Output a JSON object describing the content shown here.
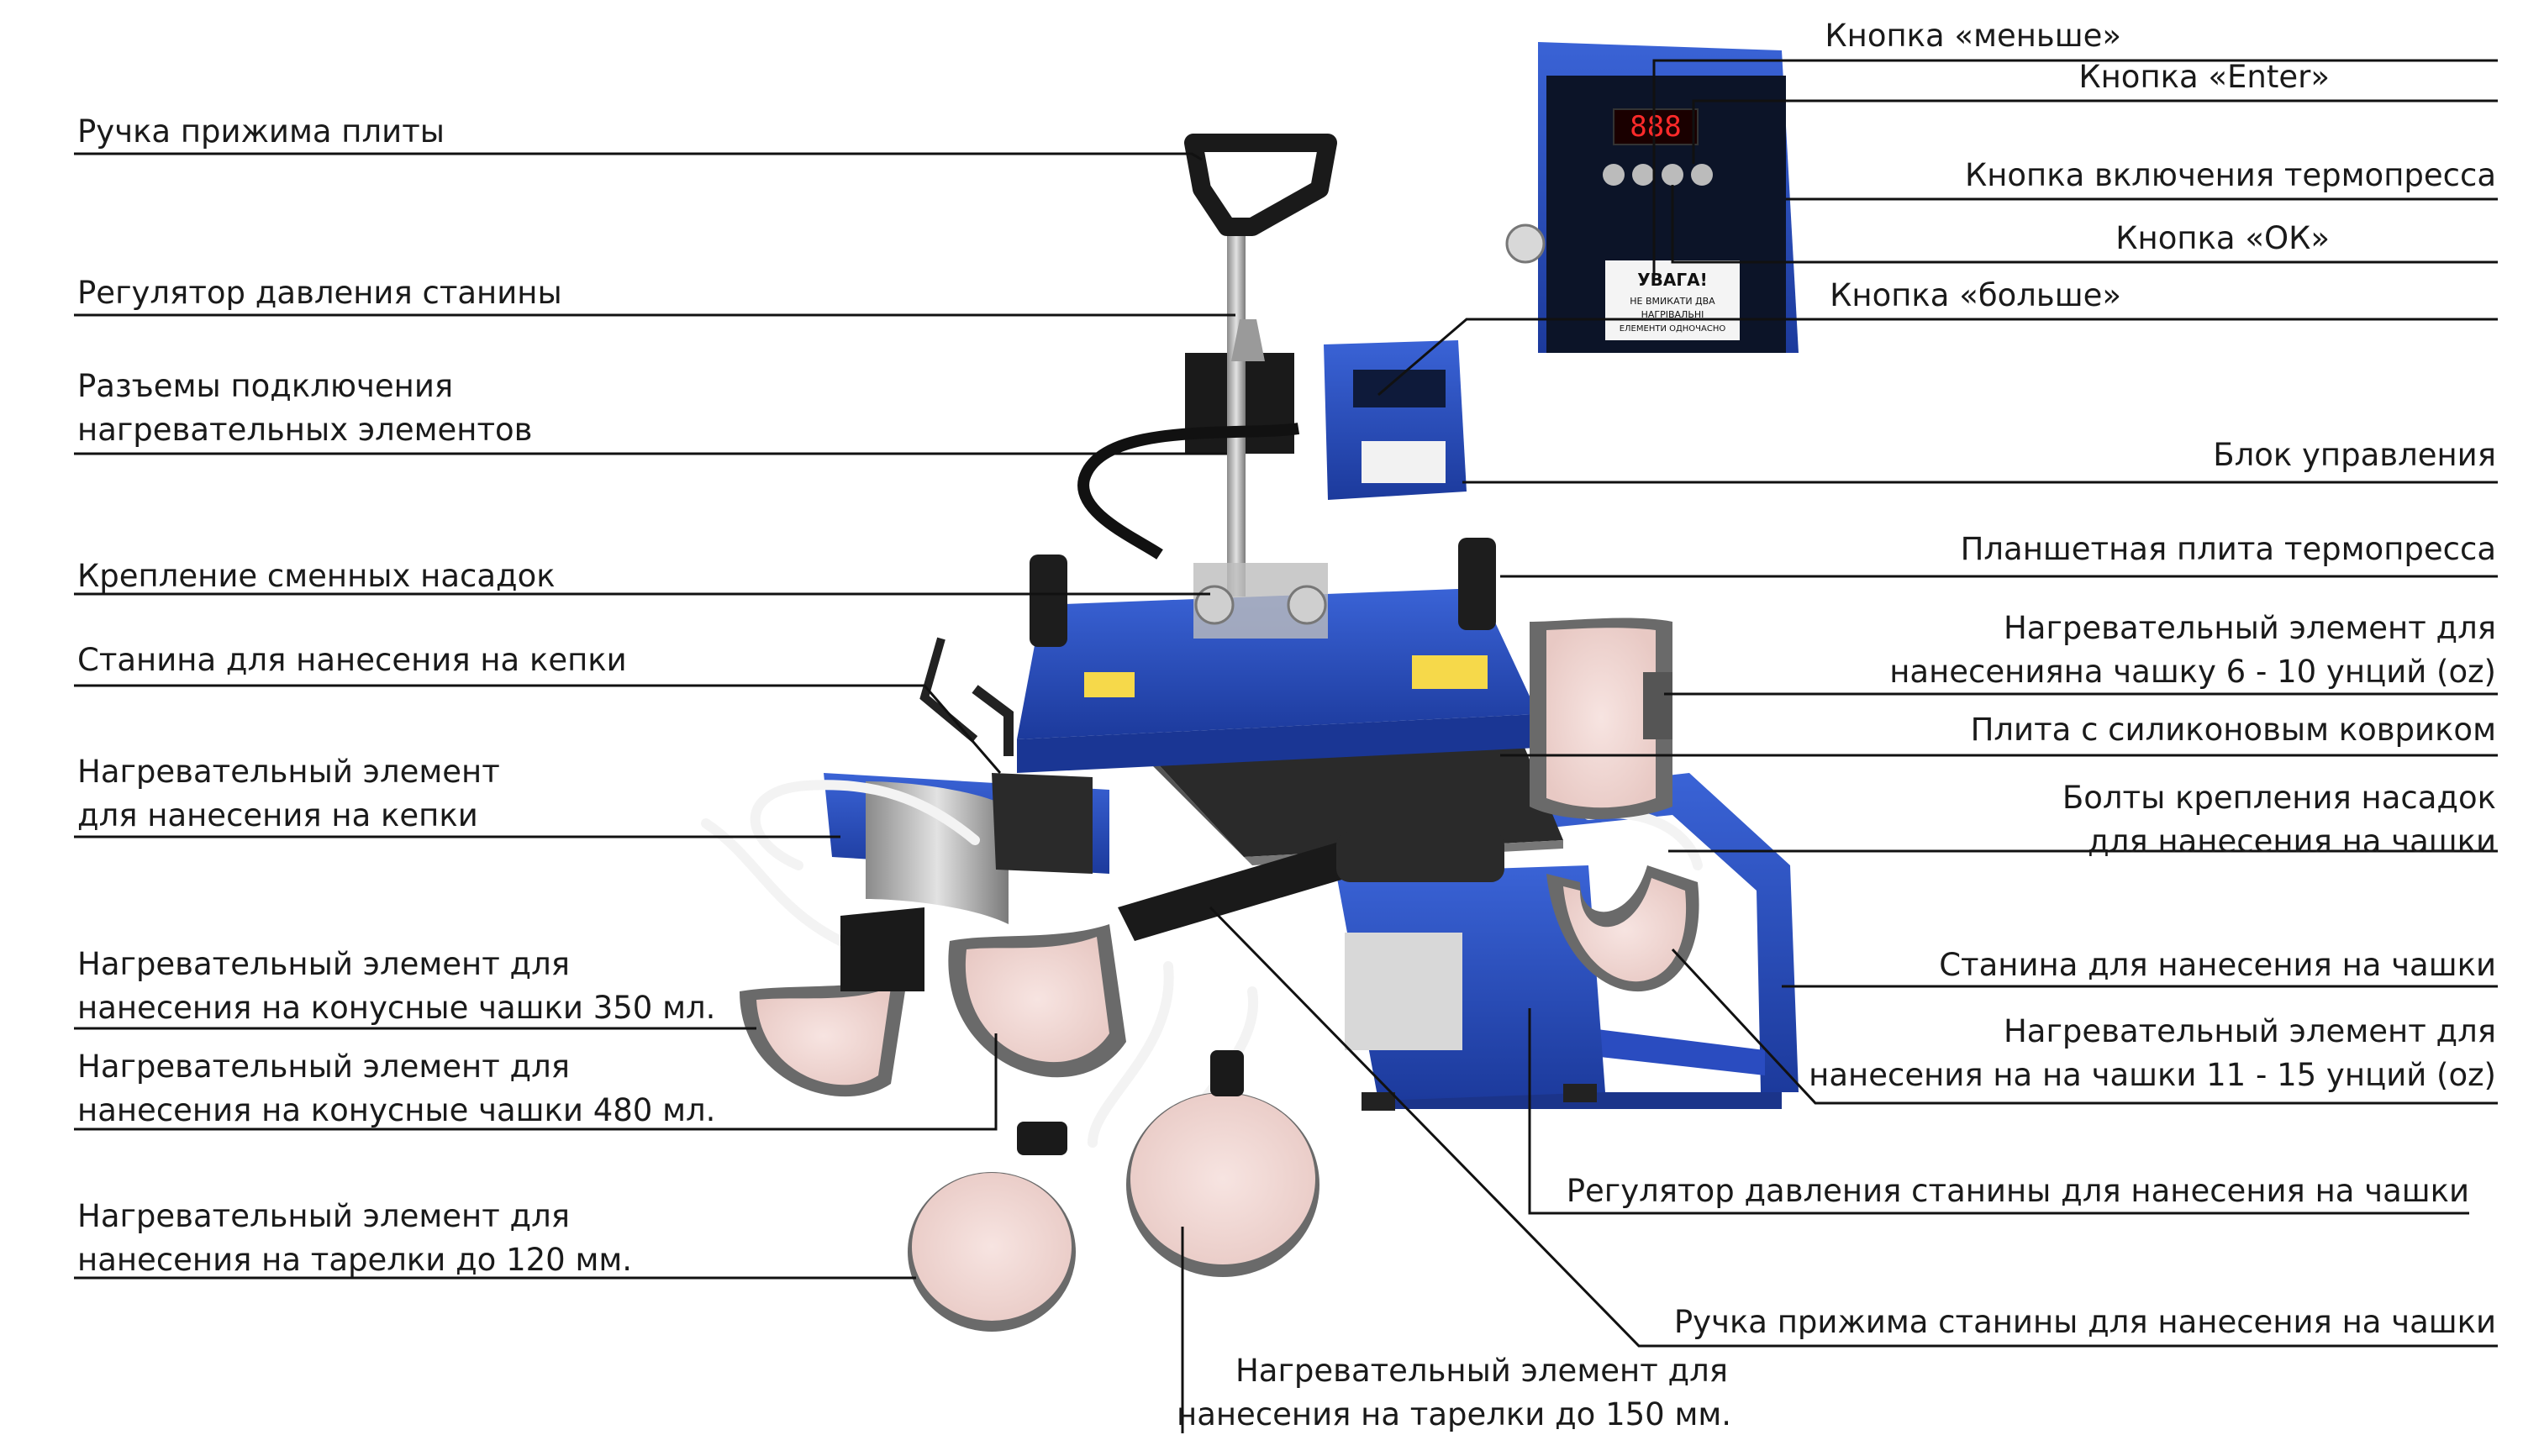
{
  "callouts": {
    "handle": [
      "Ручка прижима плиты"
    ],
    "pressure_regulator": [
      "Регулятор давления станины"
    ],
    "connectors": [
      "Разъемы подключения",
      "нагревательных элементов"
    ],
    "attachment_mount": [
      "Крепление сменных насадок"
    ],
    "cap_frame": [
      "Станина для нанесения на кепки"
    ],
    "cap_element": [
      "Нагревательный элемент",
      "для нанесения на кепки"
    ],
    "cone_350": [
      "Нагревательный элемент для",
      "нанесения на конусные чашки 350 мл."
    ],
    "cone_480": [
      "Нагревательный элемент для",
      "нанесения на конусные чашки 480 мл."
    ],
    "plate_120": [
      "Нагревательный элемент для",
      "нанесения на тарелки до 120 мм."
    ],
    "plate_150": [
      "Нагревательный элемент для",
      "нанесения на тарелки до 150 мм."
    ],
    "btn_less": [
      "Кнопка «меньше»"
    ],
    "btn_enter": [
      "Кнопка «Enter»"
    ],
    "btn_power": [
      "Кнопка включения термопресса"
    ],
    "btn_ok": [
      "Кнопка «ОК»"
    ],
    "btn_more": [
      "Кнопка «больше»"
    ],
    "control_unit": [
      "Блок управления"
    ],
    "flat_plate": [
      "Планшетная плита термопресса"
    ],
    "mug_small": [
      "Нагревательный элемент для",
      "нанесенияна чашку 6 - 10 унций (oz)"
    ],
    "silicone_plate": [
      "Плита с силиконовым ковриком"
    ],
    "mug_bolts": [
      "Болты крепления насадок",
      "для нанесения на чашки"
    ],
    "mug_frame": [
      "Станина для нанесения на чашки"
    ],
    "mug_large": [
      "Нагревательный элемент для",
      "нанесения на на чашки 11 - 15 унций (oz)"
    ],
    "mug_pressure": [
      "Регулятор давления станины для нанесения на чашки"
    ],
    "mug_handle": [
      "Ручка прижима станины для нанесения на чашки"
    ]
  },
  "device": {
    "warning_title": "УВАГА!",
    "warning_line1": "НЕ ВМИКАТИ ДВА",
    "warning_line2": "НАГРІВАЛЬНІ",
    "warning_line3": "ЕЛЕМЕНТИ ОДНОЧАСНО",
    "display": "888"
  },
  "colors": {
    "press_blue": "#2348b8",
    "leader_line": "#111111",
    "pad_pink": "#f2d9d6",
    "element_grey": "#6a6a6a"
  }
}
